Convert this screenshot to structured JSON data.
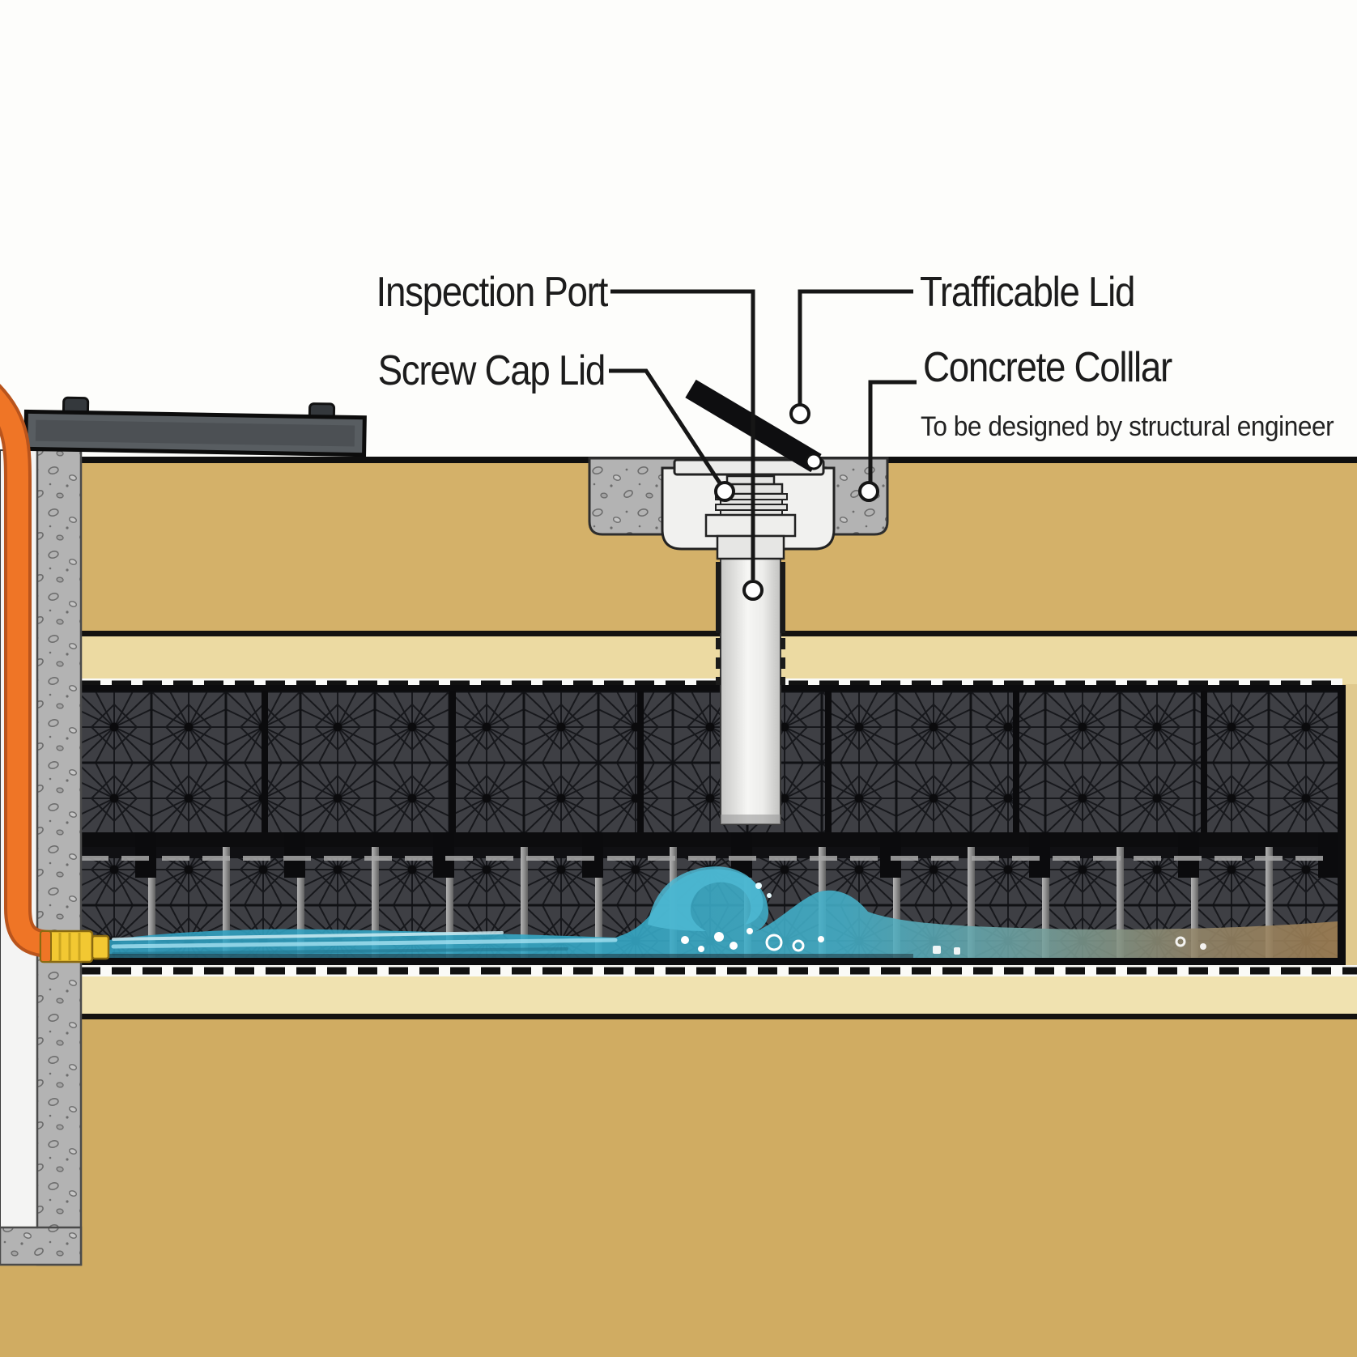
{
  "callouts": {
    "inspection_port": "Inspection Port",
    "screw_cap_lid": "Screw Cap Lid",
    "trafficable_lid": "Trafficable Lid",
    "concrete_collar": "Concrete Colllar",
    "concrete_collar_note": "To be designed by structural engineer"
  },
  "colors": {
    "sky": "#fdfdfb",
    "soil_upper": "#d4b169",
    "soil_deep": "#d0ac62",
    "sand_cream": "#ecdaa2",
    "bedding_cream": "#f0e2b0",
    "concrete_gray": "#b3b3b3",
    "crate_fill": "#3e3f44",
    "crate_line": "#17181c",
    "water_teal": "#35aac8",
    "water_murky_brown": "#a07f52",
    "pipe_orange": "#ef7526",
    "coupling_yellow": "#f2c832",
    "pit_lid_gray": "#585d61",
    "label_text": "#1c1c1c"
  }
}
